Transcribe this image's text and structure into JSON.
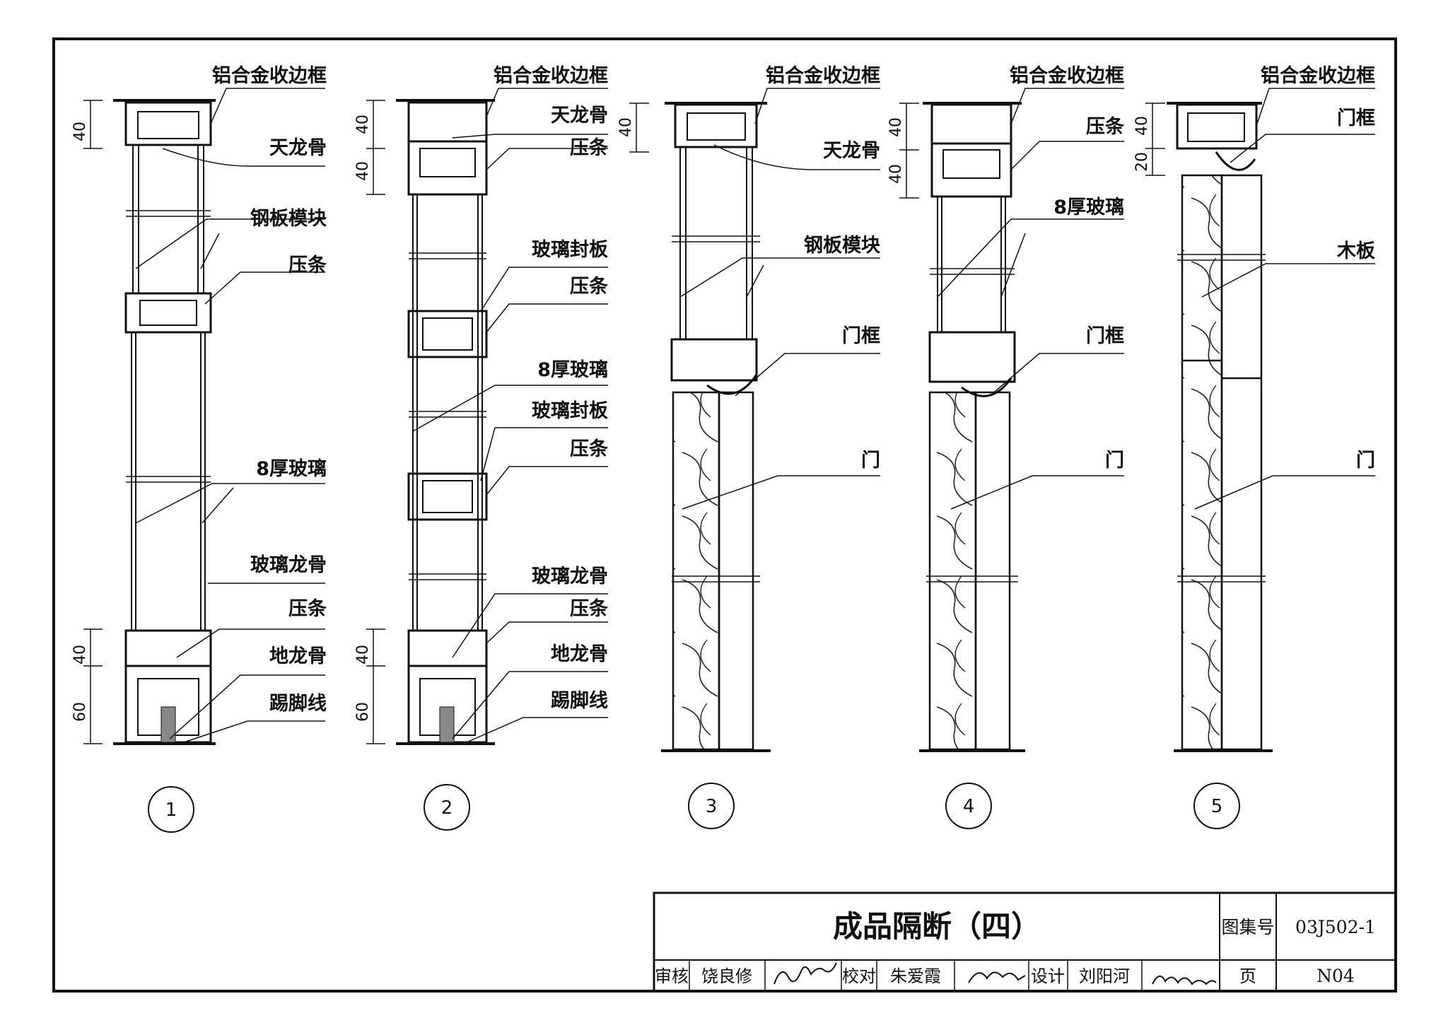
{
  "labels": {
    "edge_frame": "铝合金收边框",
    "top_runner": "天龙骨",
    "bead": "压条",
    "steel_module": "钢板模块",
    "glass_8": "8厚玻璃",
    "glass_runner": "玻璃龙骨",
    "floor_runner": "地龙骨",
    "skirting": "踢脚线",
    "glass_cover": "玻璃封板",
    "door_frame": "门框",
    "door": "门",
    "wood_board": "木板"
  },
  "dims": {
    "d40": "40",
    "d60": "60",
    "d20": "20"
  },
  "details": [
    "1",
    "2",
    "3",
    "4",
    "5"
  ],
  "title_block": {
    "title": "成品隔断（四）",
    "atlas_label": "图集号",
    "atlas_no": "03J502-1",
    "review_label": "审核",
    "reviewer": "饶良修",
    "check_label": "校对",
    "checker": "朱爱霞",
    "design_label": "设计",
    "designer": "刘阳河",
    "page_label": "页",
    "page_no": "N04"
  }
}
